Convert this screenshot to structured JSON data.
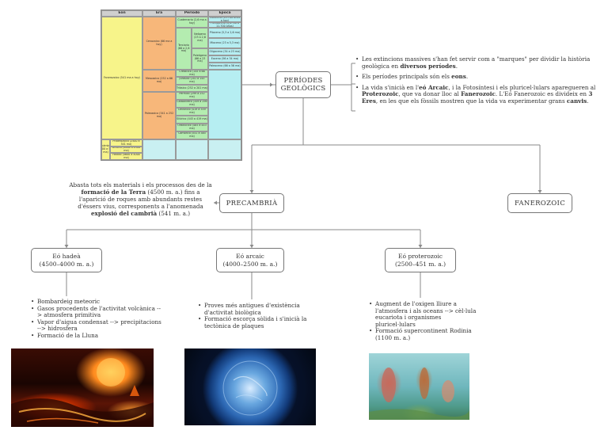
{
  "main_node": {
    "line1": "PERÍODES",
    "line2": "GEOLÒGICS"
  },
  "right_notes": [
    {
      "parts": [
        {
          "t": "Les extincions massives s'han fet servir com a \"marques\" per dividir la història geològica en "
        },
        {
          "t": "diversos períodes",
          "b": true
        },
        {
          "t": "."
        }
      ]
    },
    {
      "parts": [
        {
          "t": "Els períodes principals són els "
        },
        {
          "t": "eons",
          "b": true
        },
        {
          "t": "."
        }
      ]
    },
    {
      "parts": [
        {
          "t": "La vida s'inicià en l'"
        },
        {
          "t": "eó Arcaic",
          "b": true
        },
        {
          "t": ", i la Fotosíntesi i els pluricel·lulars aparegueren al "
        },
        {
          "t": "Proterozoic",
          "b": true
        },
        {
          "t": ", que va donar lloc al "
        },
        {
          "t": "Fanerozoic",
          "b": true
        },
        {
          "t": ". L'Eó Fanerozoic es divideix en "
        },
        {
          "t": "3 Eres",
          "b": true
        },
        {
          "t": ", en les que els fòssils mostren que la vida va experimentar grans "
        },
        {
          "t": "canvis",
          "b": true
        },
        {
          "t": "."
        }
      ]
    }
  ],
  "precambria": {
    "label": "PRECAMBRIÀ"
  },
  "fanerozoic": {
    "label": "FANEROZOIC"
  },
  "precambria_note": {
    "parts": [
      {
        "t": "Abasta tots els materials i els processos des de la "
      },
      {
        "t": "formació de la Terra",
        "b": true
      },
      {
        "t": " (4500 m. a.) fins a l'aparició de roques amb abundants restes d'éssers vius, corresponents a l'anomenada "
      },
      {
        "t": "explosió del cambrià",
        "b": true
      },
      {
        "t": " (541 m. a.)"
      }
    ]
  },
  "eons": [
    {
      "name": "Eó hadeà",
      "range": "(4500–4000 m. a.)",
      "bullets": [
        "Bombardeig meteoric",
        "Gasos procedents de l'activitat volcànica --> atmosfera primitiva",
        "Vapor d'aigua condensat --> precipitacions --> hidrosfera",
        "Formació de la Lluna"
      ]
    },
    {
      "name": "Eó arcaic",
      "range": "(4000–2500 m. a.)",
      "bullets": [
        "Proves més antigues d'existència d'activitat biològica",
        "Formació escorça sòlida i s'inicià la tectònica de plaques"
      ]
    },
    {
      "name": "Eó proterozoic",
      "range": "(2500–451 m. a.)",
      "bullets": [
        "Augment de l'oxigen lliure a l'atmosfera i als oceans --> cèl·lula eucariota i organismes pluricel·lulars",
        "Formació supercontinent Rodinia (1100 m. a.)"
      ]
    }
  ],
  "images": [
    {
      "alt": "primitive-volcanic-earth-image"
    },
    {
      "alt": "blue-frozen-earth-image"
    },
    {
      "alt": "ediacaran-sea-life-image"
    }
  ],
  "table": {
    "headers": [
      "Eón",
      "Era",
      "Período",
      "Época"
    ],
    "colors": {
      "eon_fan": "#f7f48a",
      "era_ceno": "#f7b77a",
      "period": "#b4ecb0",
      "epoch": "#b6eef2",
      "head": "#cfcfcf",
      "bottom": "#c9f0f2"
    },
    "eon_fanerozoico": "Fanerozoico (541 ma a hoy)",
    "era_cenozoico": "Cenozoico (66 ma a hoy)",
    "era_mesozoico": "Mesozoico (252 a 66 ma)",
    "era_paleozoico": "Paleozoico (541 a 252 ma)",
    "period_cuaternario": "Cuaternario (2,6 ma a hoy)",
    "period_terciario": "Terciario (66 a 2,6 ma)",
    "period_neogeno": "Neógeno (23 a 2,6 ma)",
    "period_paleogeno": "Paleógeno (66 a 23 ma)",
    "period_cretacico": "Cretácico (145 a 66 ma)",
    "period_jurasico": "Jurásico (201 a 145 ma)",
    "period_triasico": "Triásico (252 a 201 ma)",
    "period_permico": "Pérmico (299 a 252 ma)",
    "period_carbonifero": "Carbonífero (359 a 299 ma)",
    "period_devonico": "Devónico (419 a 359 ma)",
    "period_silurico": "Silúrico (443 a 419 ma)",
    "period_ordovicico": "Ordovícico (485 a 443 ma)",
    "period_cambrico": "Cámbrico (541 a 485 ma)",
    "epoch_holoceno": "Holoceno (11.700 años a hoy)",
    "epoch_pleistoceno": "Pleistoceno (2,6 ma a 11.700 años)",
    "epoch_plioceno": "Plioceno (5,3 a 2,6 ma)",
    "epoch_mioceno": "Mioceno (23 a 5,3 ma)",
    "epoch_oligoceno": "Oligoceno (34 a 23 ma)",
    "epoch_eoceno": "Eoceno (56 a 34 ma)",
    "epoch_paleoceno": "Paleoceno (66 a 56 ma)",
    "eon_precambrico": "Precámbrico (4600 a 541 ma)",
    "sub_proterozoico": "Proterozoico (2500 a 541 ma)",
    "sub_arcaico": "Arcaico (4000 a 2500 ma)",
    "sub_hadico": "Hádico (4600 a 4000 ma)"
  }
}
